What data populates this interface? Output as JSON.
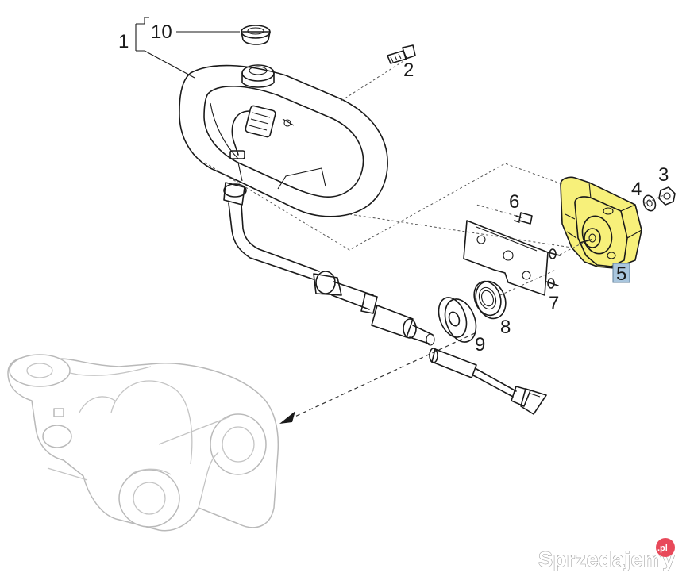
{
  "callouts": {
    "c1": "1",
    "c2": "2",
    "c3": "3",
    "c4": "4",
    "c5": "5",
    "c6": "6",
    "c7": "7",
    "c8": "8",
    "c9": "9",
    "c10": "10"
  },
  "highlight": {
    "part": "5",
    "fill_color": "#f7f07a",
    "label_box_color": "#a9c6de"
  },
  "watermark": {
    "text": "Sprzedajemy",
    "badge": ".pl",
    "badge_color": "#e8495a"
  }
}
